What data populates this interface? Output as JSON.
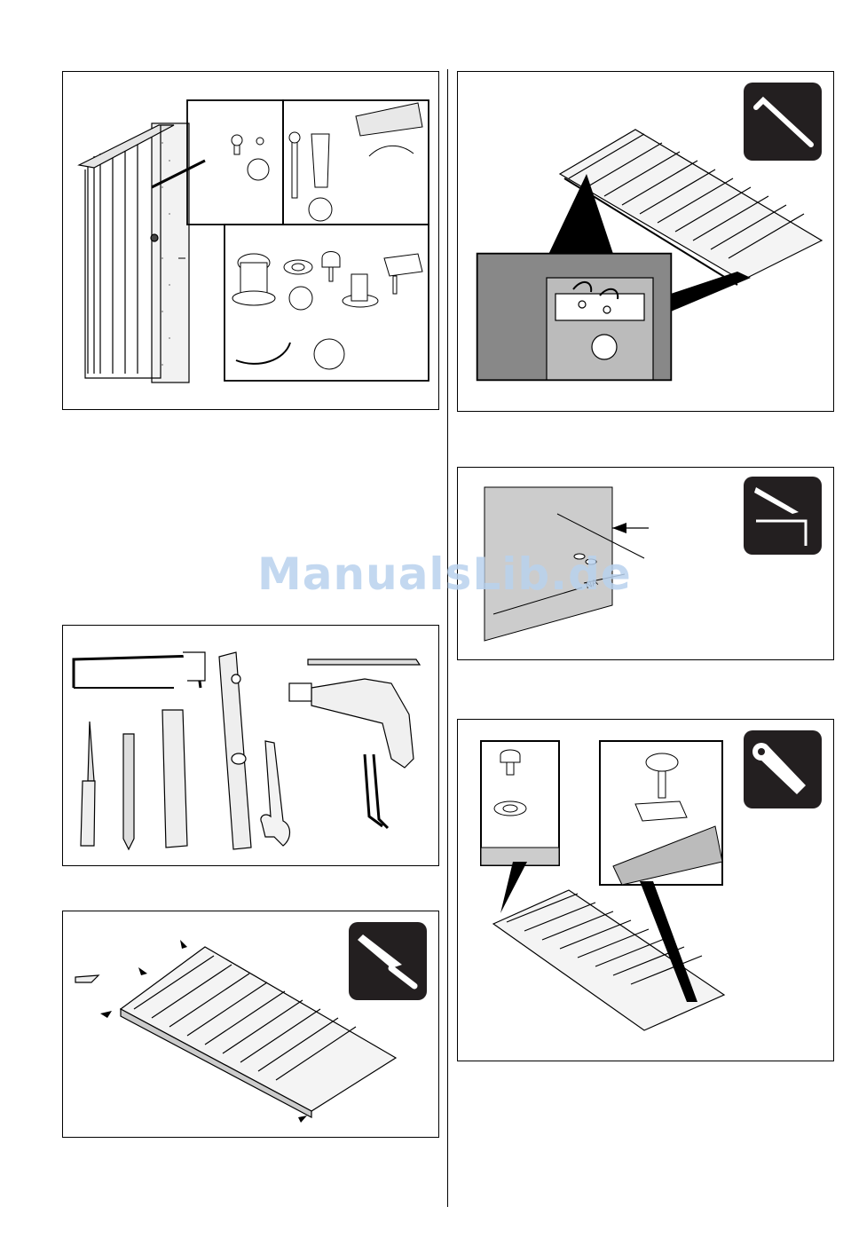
{
  "watermark": {
    "text": "ManualsLib.de"
  },
  "panels": {
    "parts": {
      "label": "parts-overview"
    },
    "hex_key_step": {
      "label": "hex-key-step"
    },
    "tools": {
      "label": "required-tools"
    },
    "measure_step": {
      "label": "measure-step",
      "dimension_label": "NA"
    },
    "unpack_step": {
      "label": "unpack-step"
    },
    "wrench_step": {
      "label": "wrench-step"
    }
  },
  "icons": [
    "hex-key-icon",
    "knife-saw-icon",
    "knife-icon",
    "wrench-icon"
  ]
}
